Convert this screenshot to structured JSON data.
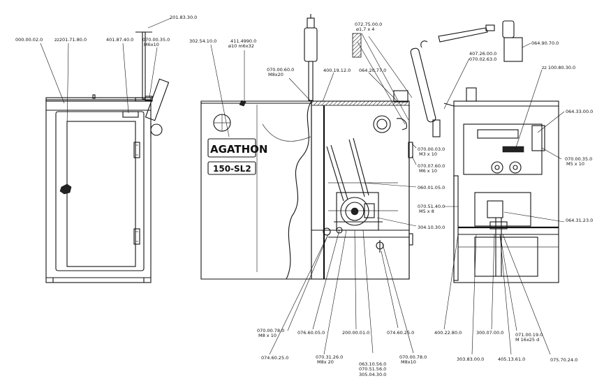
{
  "part_numbers": [
    "201.83.30.0",
    "000.00.02.0",
    "zz201.71.80.0",
    "401.87.40.0",
    "070.00.35.0",
    "M6x10",
    "302.54.10.0",
    "411.4990.0",
    "ø10 m6x32",
    "070.00.60.0",
    "M8x20",
    "400.19.12.0",
    "072.75.00.0",
    "ø1,7 x 4",
    "064.20.77.0",
    "070.00.03.0",
    "M3 x 10",
    "070.07.60.0",
    "M6 x 10",
    "060.01.05.0",
    "304.10.30.0",
    "070.00.78.0",
    "M8 x 10",
    "074.60.25.0",
    "076.60.05.0",
    "070.31.26.0",
    "M8x 20",
    "200.00.01.0",
    "063.10.56.0",
    "070.51.56.0",
    "305.04.30.0",
    "074.60.25.0",
    "070.00.78.0",
    "M8x10",
    "407.26.00.0",
    "070.02.63.0",
    "064.90.70.0",
    "zz 100.80.30.0",
    "064.33.00.0",
    "070.00.35.0",
    "M5 x 10",
    "070.51.40.0",
    "M5 x 8",
    "064.31.23.0",
    "400.22.80.0",
    "303.83.00.0",
    "300.07.00.0",
    "405.13.61.0",
    "071.00.19.0",
    "M 16x25 d",
    "075.70.24.0"
  ],
  "machine": {
    "brand": "AGATHON",
    "model": "150-SL2"
  }
}
